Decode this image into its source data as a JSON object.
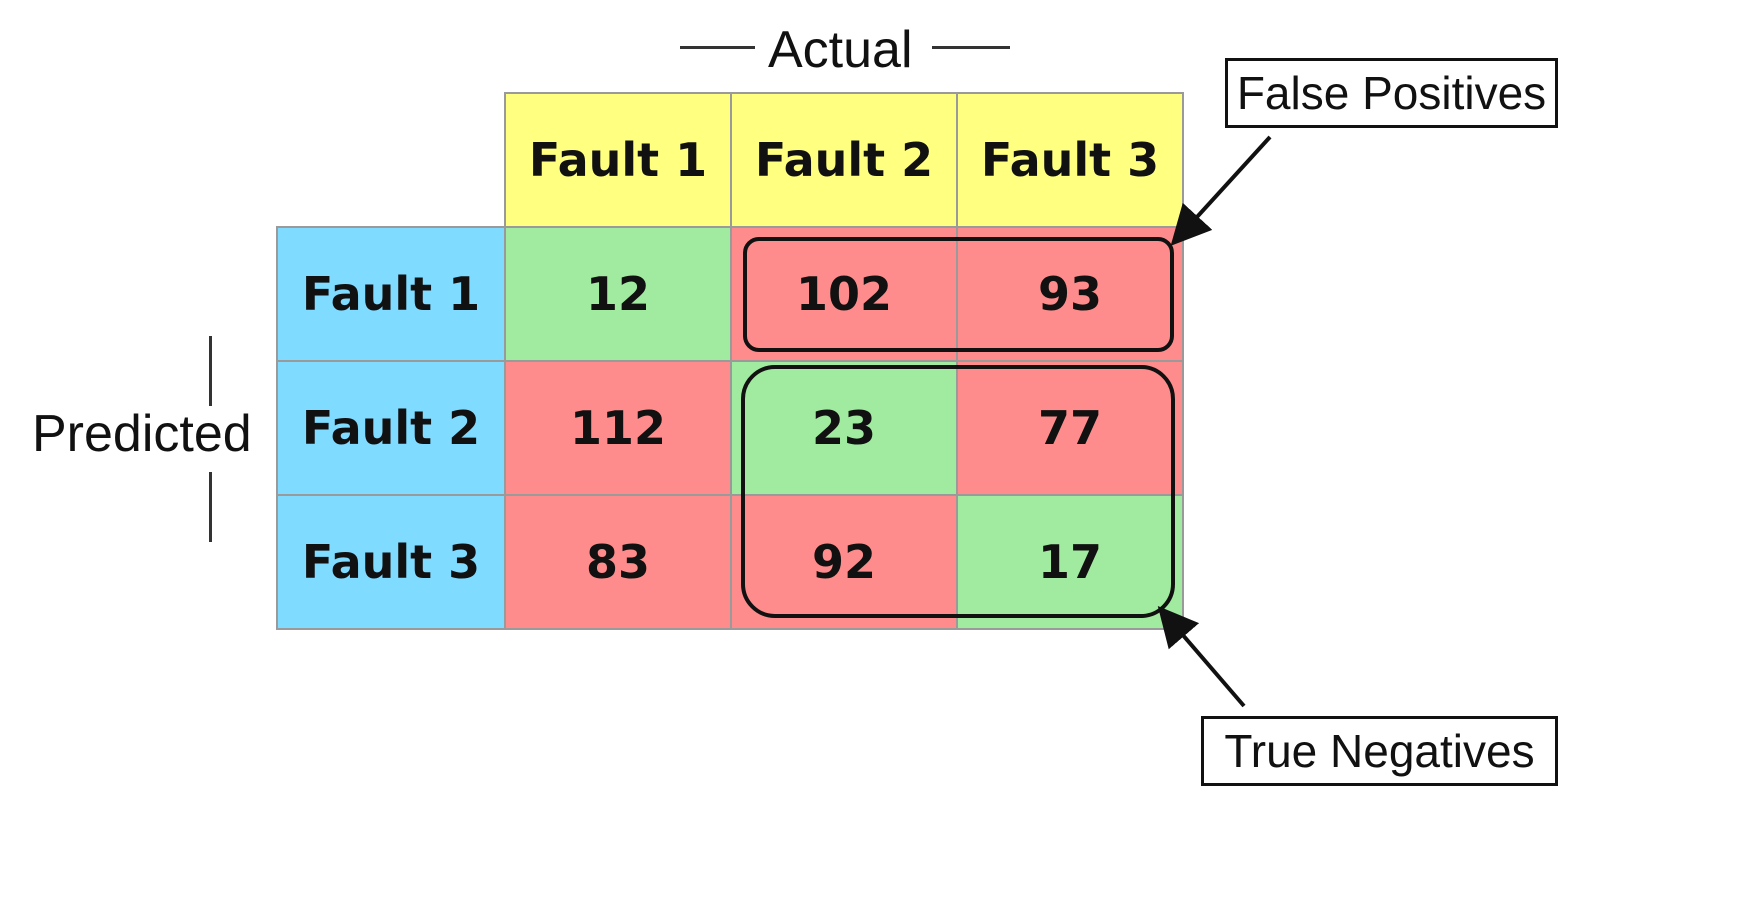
{
  "axes": {
    "actual_label": "Actual",
    "predicted_label": "Predicted"
  },
  "matrix": {
    "column_headers": [
      "Fault 1",
      "Fault 2",
      "Fault 3"
    ],
    "row_headers": [
      "Fault 1",
      "Fault 2",
      "Fault 3"
    ],
    "rows": [
      [
        "12",
        "102",
        "93"
      ],
      [
        "112",
        "23",
        "77"
      ],
      [
        "83",
        "92",
        "17"
      ]
    ]
  },
  "callouts": {
    "false_positives": "False Positives",
    "true_negatives": "True Negatives"
  },
  "colors": {
    "header_column": "#ffff80",
    "header_row": "#7fdbff",
    "correct": "#a0eba0",
    "error": "#ff8c8c",
    "grid_line": "#9a9a9a"
  }
}
